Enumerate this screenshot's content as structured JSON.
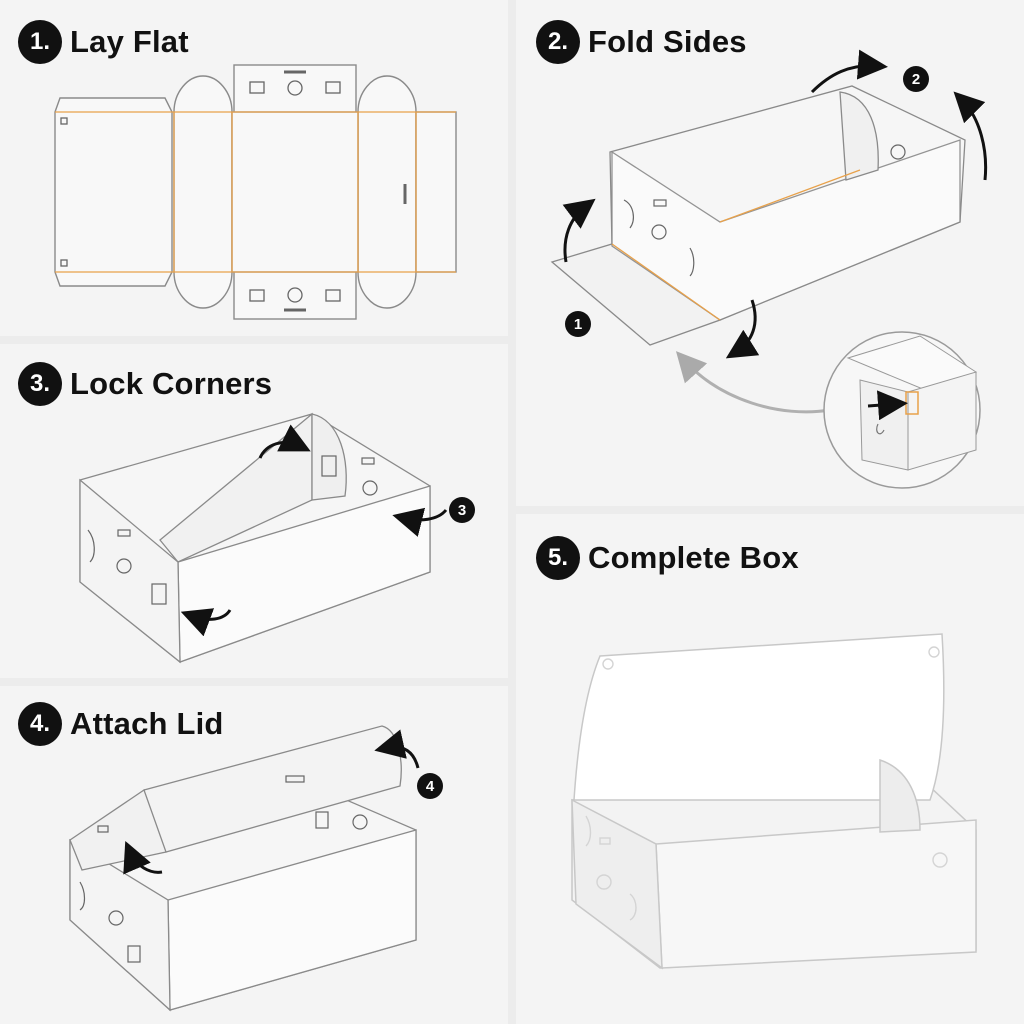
{
  "steps": [
    {
      "number": "1.",
      "label": "Lay Flat"
    },
    {
      "number": "2.",
      "label": "Fold Sides"
    },
    {
      "number": "3.",
      "label": "Lock Corners"
    },
    {
      "number": "4.",
      "label": "Attach Lid"
    },
    {
      "number": "5.",
      "label": "Complete Box"
    }
  ],
  "badges": {
    "b1": "1",
    "b2": "2",
    "b3": "3",
    "b4": "4"
  },
  "colors": {
    "background": "#f4f4f4",
    "divider": "#dcdcdc",
    "fold_line": "#e8a14a",
    "outline": "#8a8a8a",
    "arrow": "#111111",
    "arrow_light": "#b0b0b0",
    "badge": "#111111"
  }
}
